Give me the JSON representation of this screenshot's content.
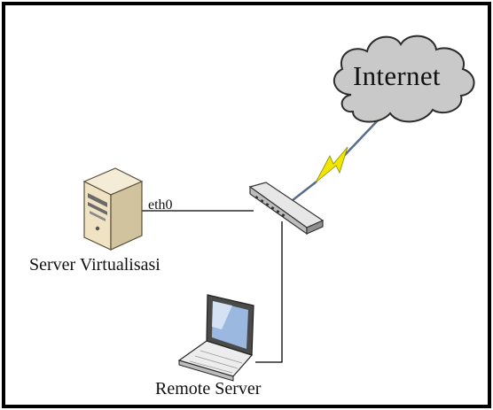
{
  "diagram": {
    "internet_label": "Internet",
    "interface_label": "eth0",
    "server_label": "Server Virtualisasi",
    "remote_label": "Remote Server"
  },
  "icons": {
    "cloud": "cloud-icon",
    "switch": "network-switch-icon",
    "server": "server-tower-icon",
    "laptop": "laptop-icon",
    "link": "lightning-link-icon"
  },
  "colors": {
    "cloud_fill": "#c9c9c9",
    "lightning": "#f2e600",
    "link_line": "#4a6fa5"
  }
}
